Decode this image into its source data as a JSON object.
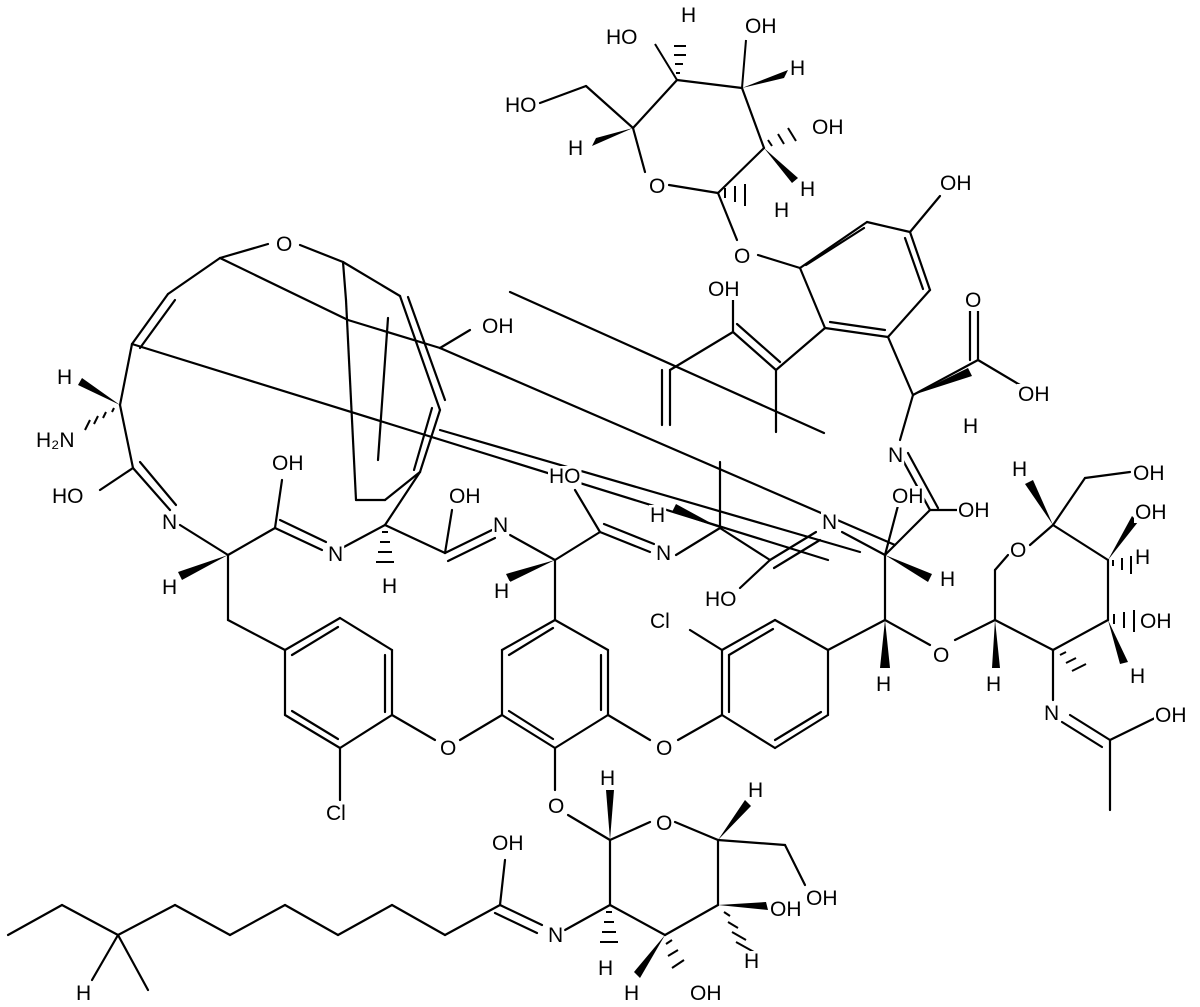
{
  "colors": {
    "background": "#ffffff",
    "ink": "#000000"
  },
  "labels": {
    "hexose_oh_1": "HO",
    "hexose_h_1": "H",
    "hexose_oh_2": "OH",
    "hexose_h_2": "H",
    "hexose_oh_3": "OH",
    "hexose_h_3": "H",
    "hexose_oh_4": "HO",
    "hexose_h_4": "H",
    "hexose_o_ring": "O",
    "hexose_h_5": "H",
    "phenol_oh": "OH",
    "ether_o_top": "O",
    "enol_oh": "OH",
    "acid_o": "O",
    "acid_oh": "OH",
    "alpha_h": "H",
    "bridge_o": "O",
    "bridge_oh": "OH",
    "nh2": "H₂N",
    "h_left": "H",
    "amide_oh_left": "HO",
    "n_left": "N",
    "amide_oh_2": "OH",
    "n_2": "N",
    "amide_oh_3": "OH",
    "n_3": "N",
    "amide_oh_4": "HO",
    "n_4": "N",
    "n_5": "N",
    "n_6": "N",
    "h_a": "H",
    "h_b": "H",
    "h_c": "H",
    "h_d": "H",
    "amide_oh_5": "HO",
    "chain_oh": "OH",
    "acid_oh_2": "OH",
    "h_e": "H",
    "cl_1": "Cl",
    "cl_2": "Cl",
    "ether_o_1": "O",
    "ether_o_2": "O",
    "ether_o_3": "O",
    "glycosidic_o": "O",
    "h_benzylic": "H",
    "sugar2_o_ring": "O",
    "sugar2_h_1": "H",
    "sugar2_oh_ch2": "OH",
    "sugar2_oh_1": "OH",
    "sugar2_h_2": "H",
    "sugar2_oh_2": "OH",
    "sugar2_h_3": "H",
    "sugar2_h_4": "H",
    "sugar2_n": "N",
    "acetyl_oh": "OH",
    "sugar3_o_ring": "O",
    "sugar3_h_1": "H",
    "sugar3_h_2": "H",
    "sugar3_oh_ch2": "OH",
    "sugar3_oh_1": "OH",
    "sugar3_oh_2": "OH",
    "sugar3_h_3": "H",
    "sugar3_h_4": "H",
    "sugar3_h_5": "H",
    "sugar3_n": "N",
    "acyl_oh": "OH",
    "chain_h": "H"
  }
}
